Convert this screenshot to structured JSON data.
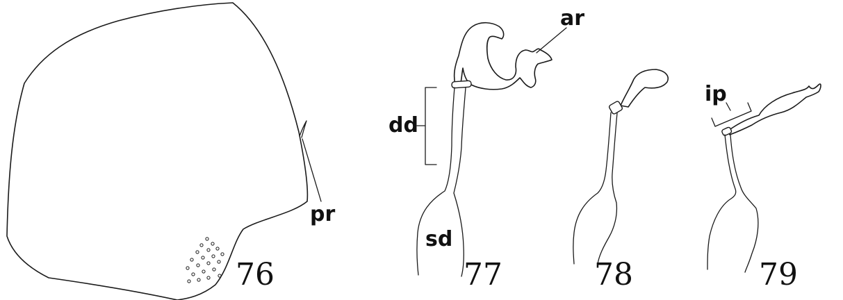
{
  "figures": [
    {
      "number": "76",
      "labels": {
        "pr": "pr"
      }
    },
    {
      "number": "77",
      "labels": {
        "ar": "ar",
        "dd": "dd",
        "sd": "sd"
      }
    },
    {
      "number": "78",
      "labels": {}
    },
    {
      "number": "79",
      "labels": {
        "ip": "ip"
      }
    }
  ]
}
